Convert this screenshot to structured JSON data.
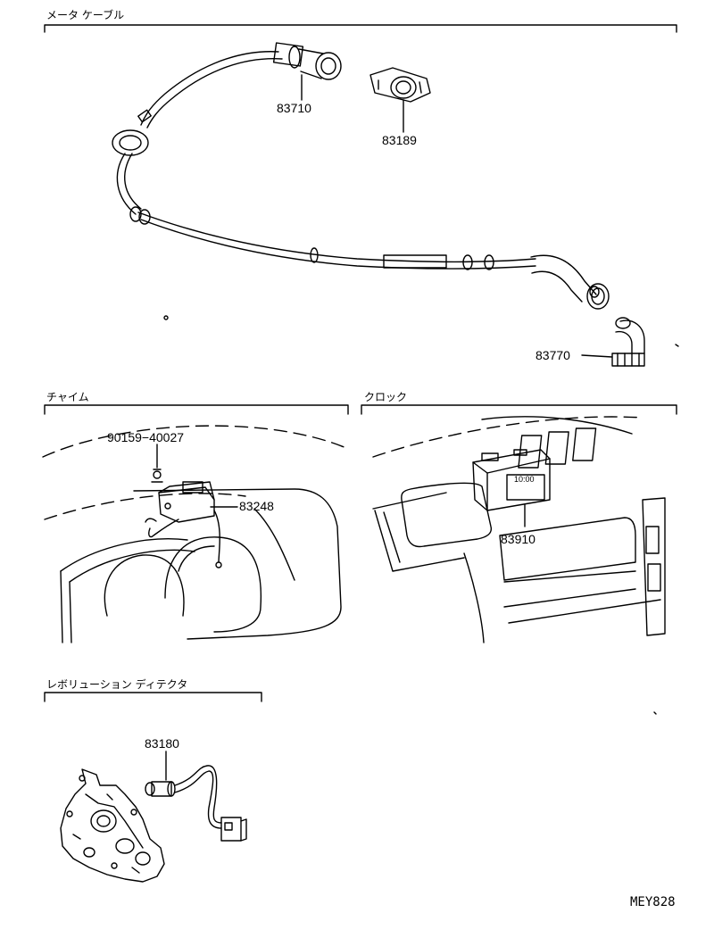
{
  "sections": {
    "meter_cable": {
      "title": "メータ ケーブル"
    },
    "chime": {
      "title": "チャイム"
    },
    "clock": {
      "title": "クロック"
    },
    "revolution_detector": {
      "title": "レボリューション ディテクタ"
    }
  },
  "parts": {
    "p83710": "83710",
    "p83189": "83189",
    "p83770": "83770",
    "p90159": "90159−40027",
    "p83248": "83248",
    "p83910": "83910",
    "p83180": "83180"
  },
  "clock_display": {
    "time": "10:00"
  },
  "diagram_code": "MEY828"
}
